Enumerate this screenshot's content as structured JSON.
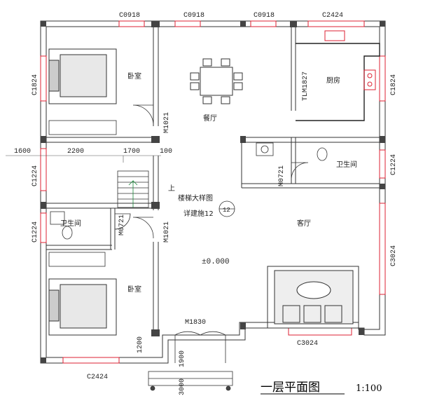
{
  "plan": {
    "title": "一层平面图",
    "scale": "1:100",
    "rooms": {
      "bedroom_top": "卧室",
      "dining": "餐厅",
      "kitchen": "厨房",
      "bathroom_right": "卫生间",
      "living": "客厅",
      "bathroom_left": "卫生间",
      "bedroom_bottom": "卧室"
    },
    "stairs": {
      "up_label": "上",
      "detail_label": "楼梯大样图",
      "detail_ref": "详建施12",
      "section_no": "12"
    },
    "elevation": "±0.000",
    "windows": {
      "top_1": "C0918",
      "top_2": "C0918",
      "top_3": "C0918",
      "top_4": "C2424",
      "left_1": "C1824",
      "left_2": "C1224",
      "left_3": "C1224",
      "right_1": "C1824",
      "right_2": "C1224",
      "right_3": "C3024",
      "bottom_right": "C3024",
      "bottom_left": "C2424"
    },
    "doors": {
      "bedroom_top": "M1021",
      "kitchen_tlm": "TLM1827",
      "bath_right": "M0721",
      "bath_left": "M0721",
      "bedroom_bottom": "M1021",
      "entrance": "M1830"
    },
    "dimensions": {
      "d1600": "1600",
      "d2200": "2200",
      "d1700": "1700",
      "d100": "100",
      "d1200": "1200",
      "d1900": "1900",
      "d3000": "3000"
    }
  }
}
